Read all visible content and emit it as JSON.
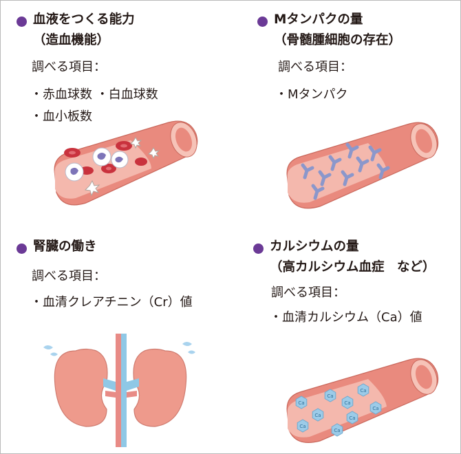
{
  "colors": {
    "bullet": "#6b3a96",
    "vessel": "#e98a7e",
    "vessel_inner": "#f4b8ad",
    "kidney": "#ee9a8c",
    "vein_blue": "#8fc8e6",
    "artery_red": "#e88b86",
    "antibody": "#9aa6d4",
    "calcium": "#9ccbe8",
    "red_cell": "#c9323d"
  },
  "panels": [
    {
      "id": "blood",
      "title_lines": [
        "血液をつくる能力",
        "（造血機能）"
      ],
      "label": "調べる項目：",
      "items": [
        "・赤血球数 ・白血球数",
        "・血小板数"
      ],
      "illustration": "blood-vessel-with-blood-cells"
    },
    {
      "id": "m-protein",
      "title_lines": [
        "Mタンパクの量",
        "（骨髄腫細胞の存在）"
      ],
      "label": "調べる項目：",
      "items": [
        "・Mタンパク"
      ],
      "illustration": "blood-vessel-with-antibodies"
    },
    {
      "id": "kidney",
      "title_lines": [
        "腎臓の働き"
      ],
      "label": "調べる項目：",
      "items": [
        "・血清クレアチニン（Cr）値"
      ],
      "illustration": "kidneys"
    },
    {
      "id": "calcium",
      "title_lines": [
        "カルシウムの量",
        "（高カルシウム血症　など）"
      ],
      "label": "調べる項目：",
      "items": [
        "・血清カルシウム（Ca）値"
      ],
      "illustration": "blood-vessel-with-calcium",
      "calcium_symbol": "Ca"
    }
  ]
}
